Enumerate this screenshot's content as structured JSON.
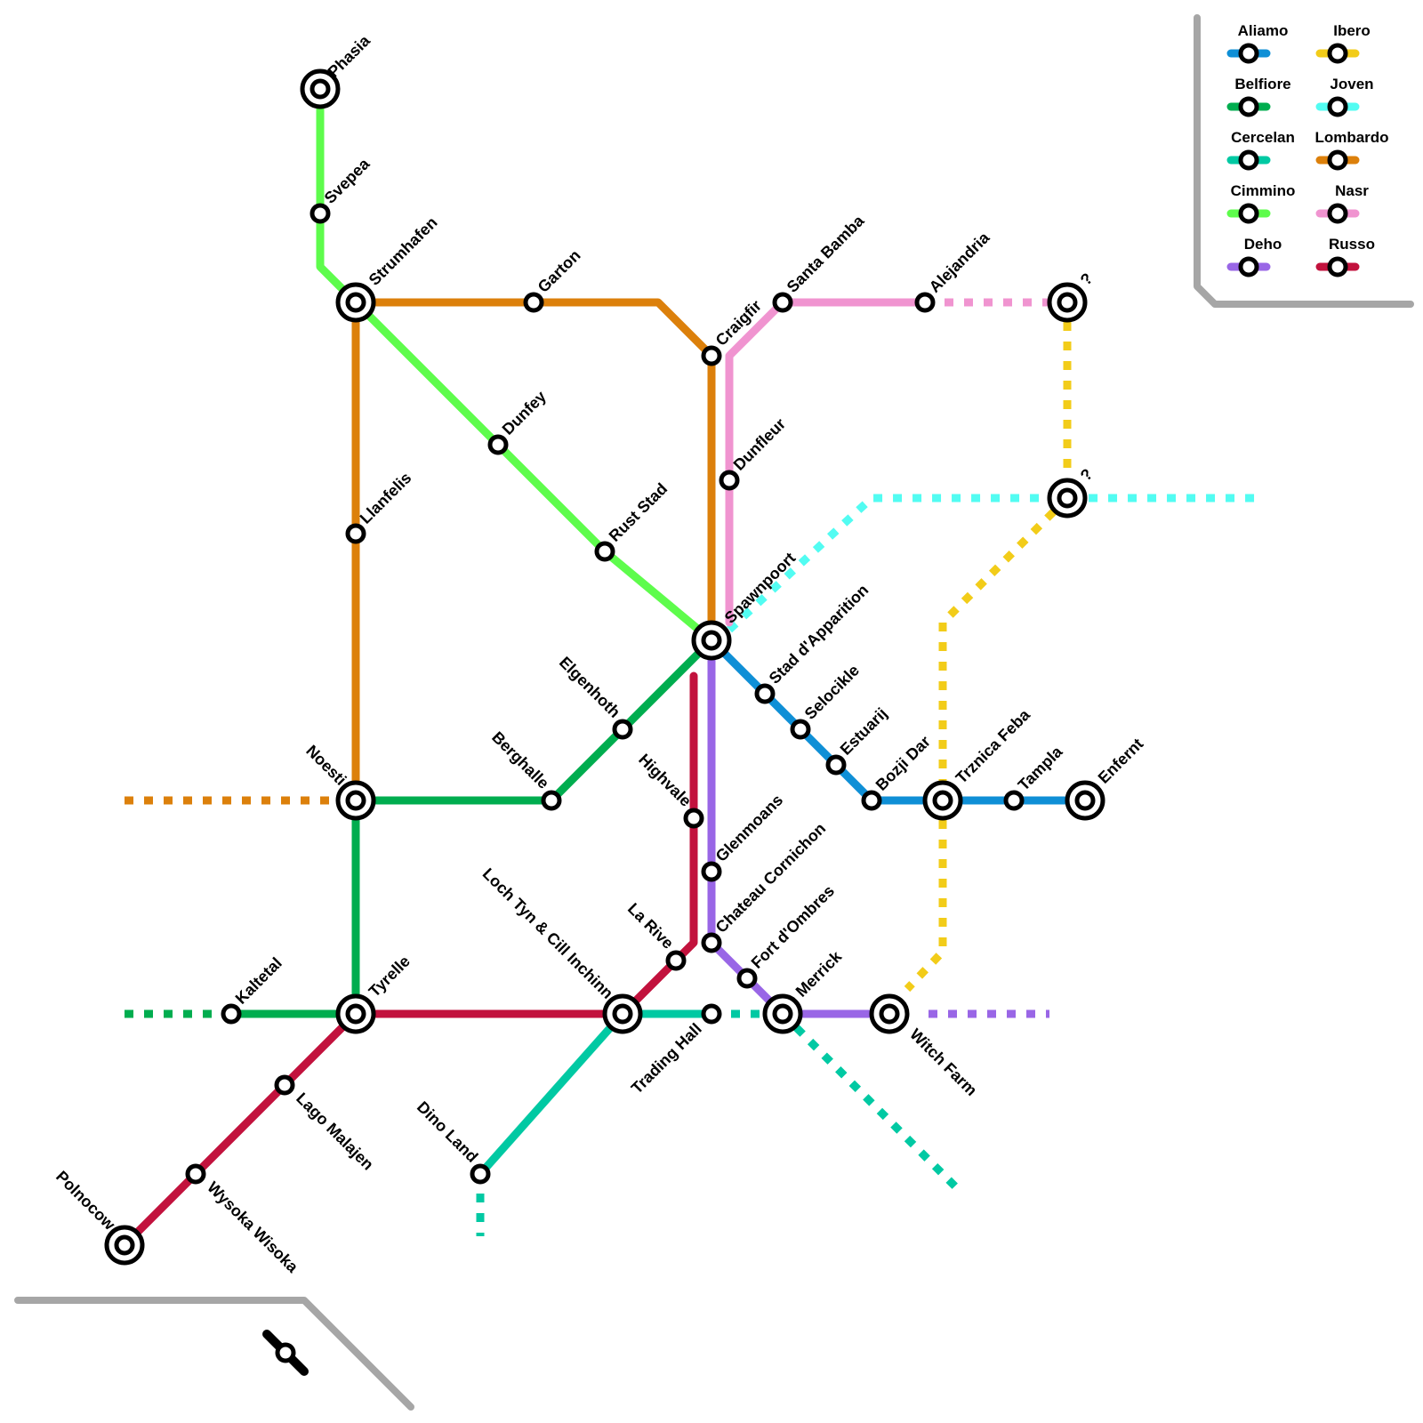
{
  "map": {
    "colors": {
      "Aliamo": "#0f8fd6",
      "Belfiore": "#00ad4f",
      "Cercelan": "#00c9a3",
      "Cimmino": "#5efc4c",
      "Deho": "#9966e6",
      "Ibero": "#f2cc19",
      "Joven": "#52fcf2",
      "Lombardo": "#dc800b",
      "Nasr": "#f094d0",
      "Russo": "#c2123d",
      "frame": "#a6a6a6"
    },
    "lines": [
      "Aliamo",
      "Belfiore",
      "Cercelan",
      "Cimmino",
      "Deho",
      "Ibero",
      "Joven",
      "Lombardo",
      "Nasr",
      "Russo"
    ],
    "legend": [
      {
        "line": "Aliamo",
        "label": "Aliamo"
      },
      {
        "line": "Ibero",
        "label": "Ibero"
      },
      {
        "line": "Belfiore",
        "label": "Belfiore"
      },
      {
        "line": "Joven",
        "label": "Joven"
      },
      {
        "line": "Cercelan",
        "label": "Cercelan"
      },
      {
        "line": "Lombardo",
        "label": "Lombardo"
      },
      {
        "line": "Cimmino",
        "label": "Cimmino"
      },
      {
        "line": "Nasr",
        "label": "Nasr"
      },
      {
        "line": "Deho",
        "label": "Deho"
      },
      {
        "line": "Russo",
        "label": "Russo"
      }
    ],
    "stations": [
      {
        "id": "phasia",
        "name": "Phasia",
        "interchange": true
      },
      {
        "id": "svepea",
        "name": "Svepea",
        "interchange": false
      },
      {
        "id": "strumhafen",
        "name": "Strumhafen",
        "interchange": true
      },
      {
        "id": "garton",
        "name": "Garton",
        "interchange": false
      },
      {
        "id": "craigfir",
        "name": "Craigfir",
        "interchange": false
      },
      {
        "id": "santa-bamba",
        "name": "Santa Bamba",
        "interchange": false
      },
      {
        "id": "alejandria",
        "name": "Alejandria",
        "interchange": false
      },
      {
        "id": "q1",
        "name": "?",
        "interchange": true
      },
      {
        "id": "q2",
        "name": "?",
        "interchange": true
      },
      {
        "id": "dunfey",
        "name": "Dunfey",
        "interchange": false
      },
      {
        "id": "dunfleur",
        "name": "Dunfleur",
        "interchange": false
      },
      {
        "id": "llanfelis",
        "name": "Llanfelis",
        "interchange": false
      },
      {
        "id": "rust-stad",
        "name": "Rust Stad",
        "interchange": false
      },
      {
        "id": "spawnpoort",
        "name": "Spawnpoort",
        "interchange": true
      },
      {
        "id": "stad-dapparition",
        "name": "Stad d'Apparition",
        "interchange": false
      },
      {
        "id": "elgenhoth",
        "name": "Elgenhoth",
        "interchange": false
      },
      {
        "id": "selocikle",
        "name": "Selocikle",
        "interchange": false
      },
      {
        "id": "estuarij",
        "name": "Estuarij",
        "interchange": false
      },
      {
        "id": "bozji-dar",
        "name": "Bozji Dar",
        "interchange": false
      },
      {
        "id": "trznica-feba",
        "name": "Trznica Feba",
        "interchange": true
      },
      {
        "id": "tampla",
        "name": "Tampla",
        "interchange": false
      },
      {
        "id": "enfernt",
        "name": "Enfernt",
        "interchange": true
      },
      {
        "id": "noesti",
        "name": "Noesti",
        "interchange": true
      },
      {
        "id": "berghalle",
        "name": "Berghalle",
        "interchange": false
      },
      {
        "id": "highvale",
        "name": "Highvale",
        "interchange": false
      },
      {
        "id": "glenmoans",
        "name": "Glenmoans",
        "interchange": false
      },
      {
        "id": "chateau-cornichon",
        "name": "Chateau Cornichon",
        "interchange": false
      },
      {
        "id": "la-rive",
        "name": "La Rive",
        "interchange": false
      },
      {
        "id": "fort-dombres",
        "name": "Fort d'Ombres",
        "interchange": false
      },
      {
        "id": "merrick",
        "name": "Merrick",
        "interchange": true
      },
      {
        "id": "witch-farm",
        "name": "Witch Farm",
        "interchange": true
      },
      {
        "id": "trading-hall",
        "name": "Trading Hall",
        "interchange": false
      },
      {
        "id": "loch-tyn",
        "name": "Loch Tyn & Cill Inchinn",
        "interchange": true
      },
      {
        "id": "kaltetal",
        "name": "Kaltetal",
        "interchange": false
      },
      {
        "id": "tyrelle",
        "name": "Tyrelle",
        "interchange": true
      },
      {
        "id": "lago-malajen",
        "name": "Lago Malajen",
        "interchange": false
      },
      {
        "id": "wysoka-wisoka",
        "name": "Wysoka Wisoka",
        "interchange": false
      },
      {
        "id": "polnocow",
        "name": "Polnocow",
        "interchange": true
      },
      {
        "id": "dino-land",
        "name": "Dino Land",
        "interchange": false
      }
    ]
  }
}
